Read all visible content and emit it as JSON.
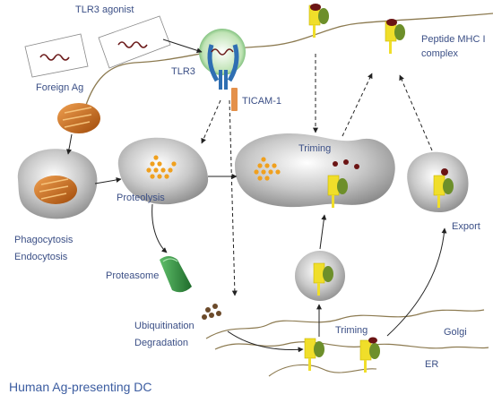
{
  "labels": {
    "tlr3_agonist": "TLR3 agonist",
    "foreign_ag": "Foreign Ag",
    "tlr3": "TLR3",
    "ticam1": "TICAM-1",
    "peptide_mhc_line1": "Peptide MHC I",
    "peptide_mhc_line2": "complex",
    "triming_top": "Triming",
    "proteolysis": "Proteolysis",
    "phagocytosis": "Phagocytosis",
    "endocytosis": "Endocytosis",
    "proteasome": "Proteasome",
    "ubiquitination": "Ubiquitination",
    "degradation": "Degradation",
    "triming_bottom": "Triming",
    "export": "Export",
    "golgi": "Golgi",
    "er": "ER",
    "caption": "Human Ag-presenting DC"
  },
  "colors": {
    "vesicle": "#c8c8c8",
    "mhc_yellow": "#f0de2a",
    "peptide_green": "#6d8f2a",
    "peptide_dark": "#6b1414",
    "antigen_orange": "#d9771f",
    "orange_dots": "#f0a01e",
    "proteasome_green": "#2f8a3c",
    "tlr3_blue": "#2f6fb3",
    "ticam_orange": "#e4904a",
    "label_text": "#3b4f86"
  }
}
